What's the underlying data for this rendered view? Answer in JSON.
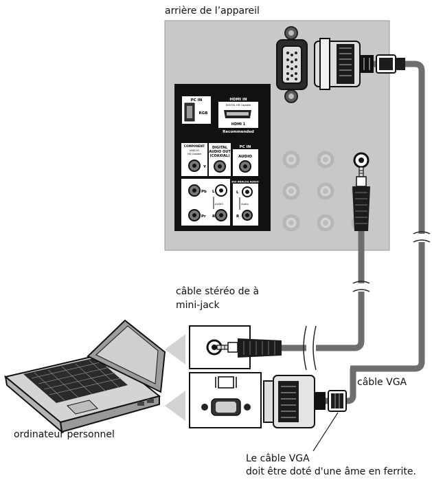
{
  "labels": {
    "device_back": "arrière de l’appareil",
    "stereo_cable_line1": "câble stéréo de à",
    "stereo_cable_line2": "mini-jack",
    "vga_cable": "câble VGA",
    "personal_computer": "ordinateur  personnel",
    "ferrite_note_line1": "Le câble VGA",
    "ferrite_note_line2": "doit être doté d'une âme en ferrite."
  },
  "panel": {
    "pc_in_rgb": {
      "header": "PC IN",
      "port": "RGB"
    },
    "hdmi_in": {
      "header": "HDMI IN",
      "sub": "DIGITAL HD Capable",
      "port": "HDMI 1",
      "footer": "Recommended"
    },
    "component": {
      "header": "COMPONENT",
      "sub1": "ANALOG",
      "sub2": "HD Capable",
      "y": "Y",
      "pb": "Pb",
      "pr": "Pr",
      "l": "L",
      "r": "R",
      "audio": "AUDIO"
    },
    "digital_audio_out": {
      "line1": "DIGITAL",
      "line2": "AUDIO OUT",
      "line3": "(COAXIAL)"
    },
    "pc_in_audio": {
      "header": "PC IN",
      "port": "AUDIO"
    },
    "dvi_analog_audio": {
      "header": "DVI ANALOG AUDIO",
      "l": "L",
      "r": "R",
      "audio": "Audio"
    }
  },
  "colors": {
    "panel_gray": "#c8c8c8",
    "black_panel": "#111111",
    "cable": "#6e6e6e",
    "line": "#222222"
  }
}
